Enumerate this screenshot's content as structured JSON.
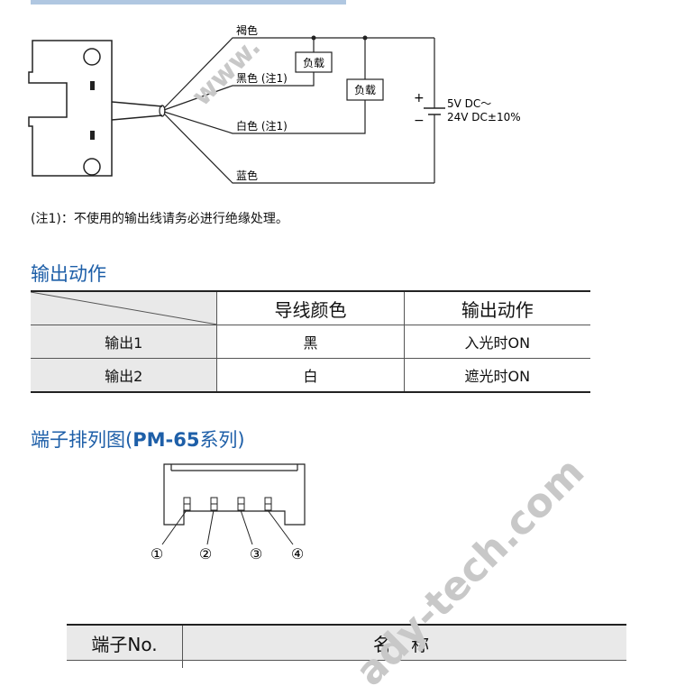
{
  "wiring": {
    "wire_brown": "褐色",
    "wire_black": "黑色 (注1)",
    "wire_white": "白色 (注1)",
    "wire_blue": "蓝色",
    "load1": "负载",
    "load2": "负载",
    "plus": "+",
    "minus": "−",
    "supply_1": "5V DC～",
    "supply_2": "24V DC±10%"
  },
  "note": "(注1)：不使用的输出线请务必进行绝缘处理。",
  "output_section": {
    "title": "输出动作",
    "headers": [
      "导线颜色",
      "输出动作"
    ],
    "rows": [
      {
        "label": "输出1",
        "color": "黑",
        "action": "入光时ON"
      },
      {
        "label": "输出2",
        "color": "白",
        "action": "遮光时ON"
      }
    ]
  },
  "terminal_section": {
    "title_prefix": "端子排列图(",
    "title_bold": "PM-65",
    "title_suffix": "系列)",
    "pins": [
      "①",
      "②",
      "③",
      "④"
    ]
  },
  "terminal_table": {
    "header_no": "端子No.",
    "header_name": "名 称"
  },
  "watermark": {
    "text_upper": "www.",
    "text_lower": "ady-tech.com"
  },
  "colors": {
    "heading_blue": "#1e5fa8",
    "header_gray": "#e9e9e9",
    "watermark_gray": "#c8c8c8"
  }
}
